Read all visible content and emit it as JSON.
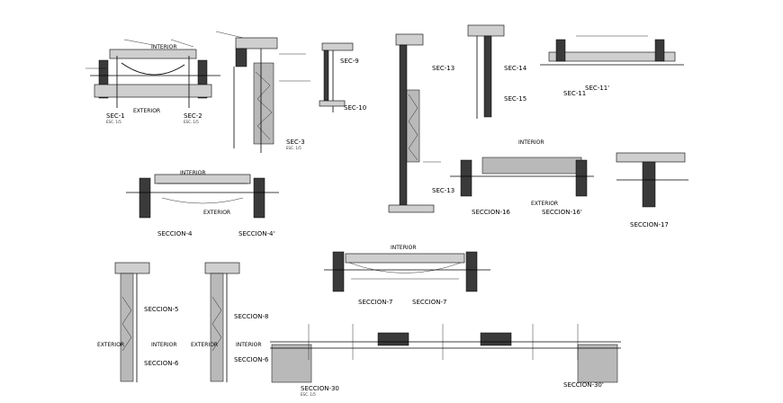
{
  "labels": {
    "sec1": "SEC-1",
    "sec2": "SEC-2",
    "sec3": "SEC-3",
    "sec9": "SEC-9",
    "sec10": "SEC-10",
    "sec13": "SEC-13",
    "sec14": "SEC-14",
    "sec15": "SEC-15",
    "sec11": "SEC-11",
    "sec11p": "SEC-11'",
    "sec4": "SECCION-4",
    "sec4p": "SECCION-4'",
    "sec16": "SECCION-16",
    "sec16p": "SECCION-16'",
    "sec17": "SECCION-17",
    "sec5": "SECCION-5",
    "sec6": "SECCION-6",
    "sec8": "SECCION-8",
    "sec6b": "SECCION-6",
    "sec7": "SECCION-7",
    "sec7p": "SECCION-7",
    "sec30": "SECCION-30",
    "sec30p": "SECCION-30'"
  },
  "words": {
    "exterior": "EXTERIOR",
    "interior": "INTERIOR"
  },
  "scale_note": "ESC. 1/5"
}
